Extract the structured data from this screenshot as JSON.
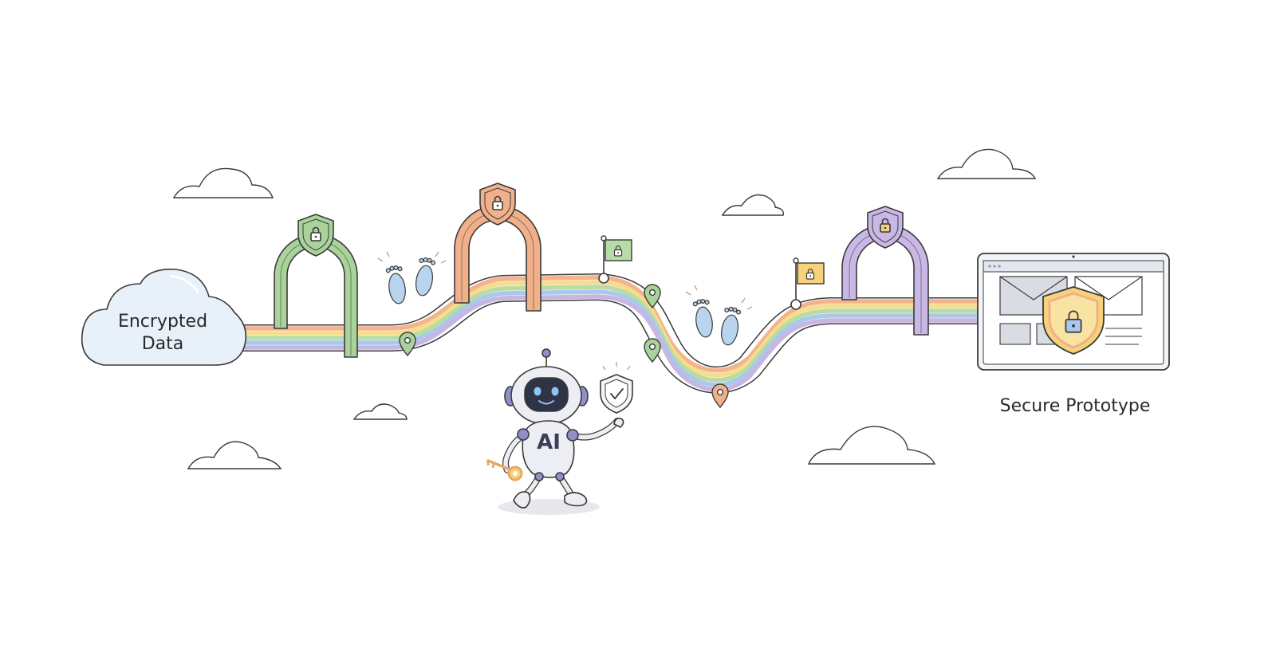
{
  "source_label_line1": "Encrypted",
  "source_label_line2": "Data",
  "destination_label": "Secure Prototype",
  "robot_label": "AI",
  "colors": {
    "track_orange": "#f2b48c",
    "track_yellow": "#f6dd8e",
    "track_green": "#b9dba6",
    "track_blue": "#a9c8ea",
    "track_purple": "#c8b6e2",
    "gate_green": "#a9d39a",
    "gate_orange": "#f1b08a",
    "gate_purple": "#c9b8e6",
    "outline": "#3a3a3a",
    "cloud_fill": "#e8f0f9",
    "footprint": "#b8d4ef"
  },
  "icons": [
    "cloud-icon",
    "shield-lock-icon",
    "flag-lock-icon",
    "map-pin-icon",
    "footprints-icon",
    "robot-icon",
    "key-icon",
    "shield-check-icon",
    "browser-window-icon"
  ]
}
